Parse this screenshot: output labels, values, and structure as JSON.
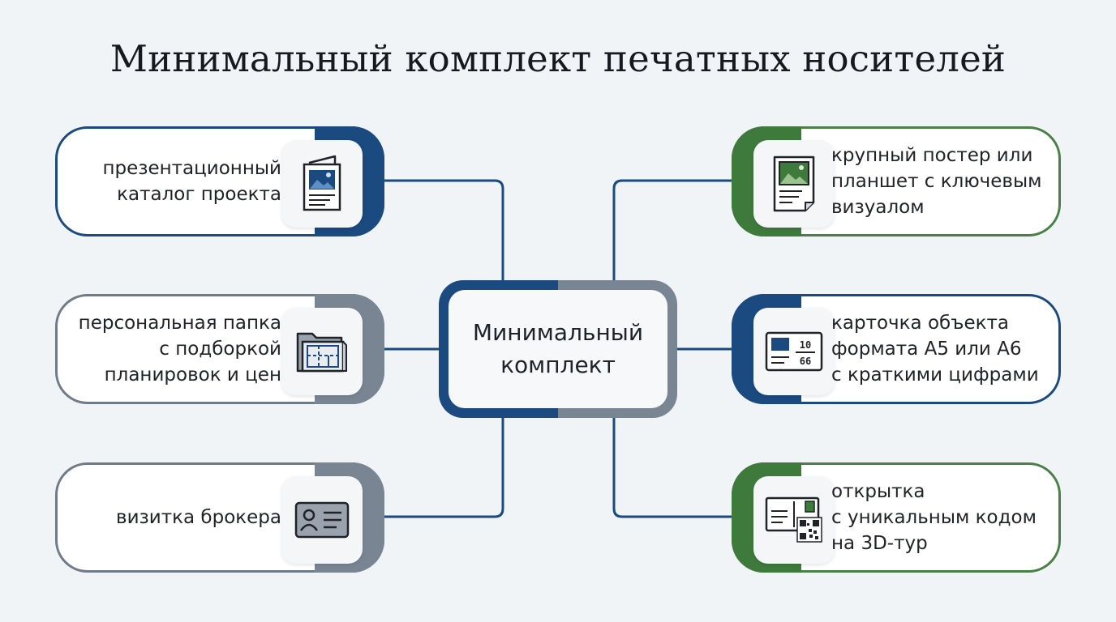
{
  "title": "Минимальный комплект печатных носителей",
  "center": {
    "label": "Минимальный\nкомплект"
  },
  "items": [
    {
      "id": "catalog",
      "label": "презентационный\nкаталог проекта",
      "icon": "catalog-icon",
      "accent": "#1b4a80"
    },
    {
      "id": "folder",
      "label": "персональная папка\nс подборкой\nпланировок и цен",
      "icon": "folder-plan-icon",
      "accent": "#7a8593"
    },
    {
      "id": "business-card",
      "label": "визитка брокера",
      "icon": "business-card-icon",
      "accent": "#7a8593"
    },
    {
      "id": "poster",
      "label": "крупный постер или\nпланшет с ключевым\nвизуалом",
      "icon": "poster-icon",
      "accent": "#3f7a3d"
    },
    {
      "id": "object-card",
      "label": "карточка объекта\nформата А5 или А6\nс краткими цифрами",
      "icon": "object-card-icon",
      "accent": "#1b4a80"
    },
    {
      "id": "postcard",
      "label": "открытка\nс уникальным кодом\nна 3D-тур",
      "icon": "postcard-qr-icon",
      "accent": "#3f7a3d"
    }
  ],
  "icon_texts": {
    "card_numbers_top": "10",
    "card_numbers_bottom": "66"
  },
  "colors": {
    "blue": "#1b4a80",
    "grey": "#7a8593",
    "green": "#3f7a3d",
    "background": "#f1f4f7"
  }
}
